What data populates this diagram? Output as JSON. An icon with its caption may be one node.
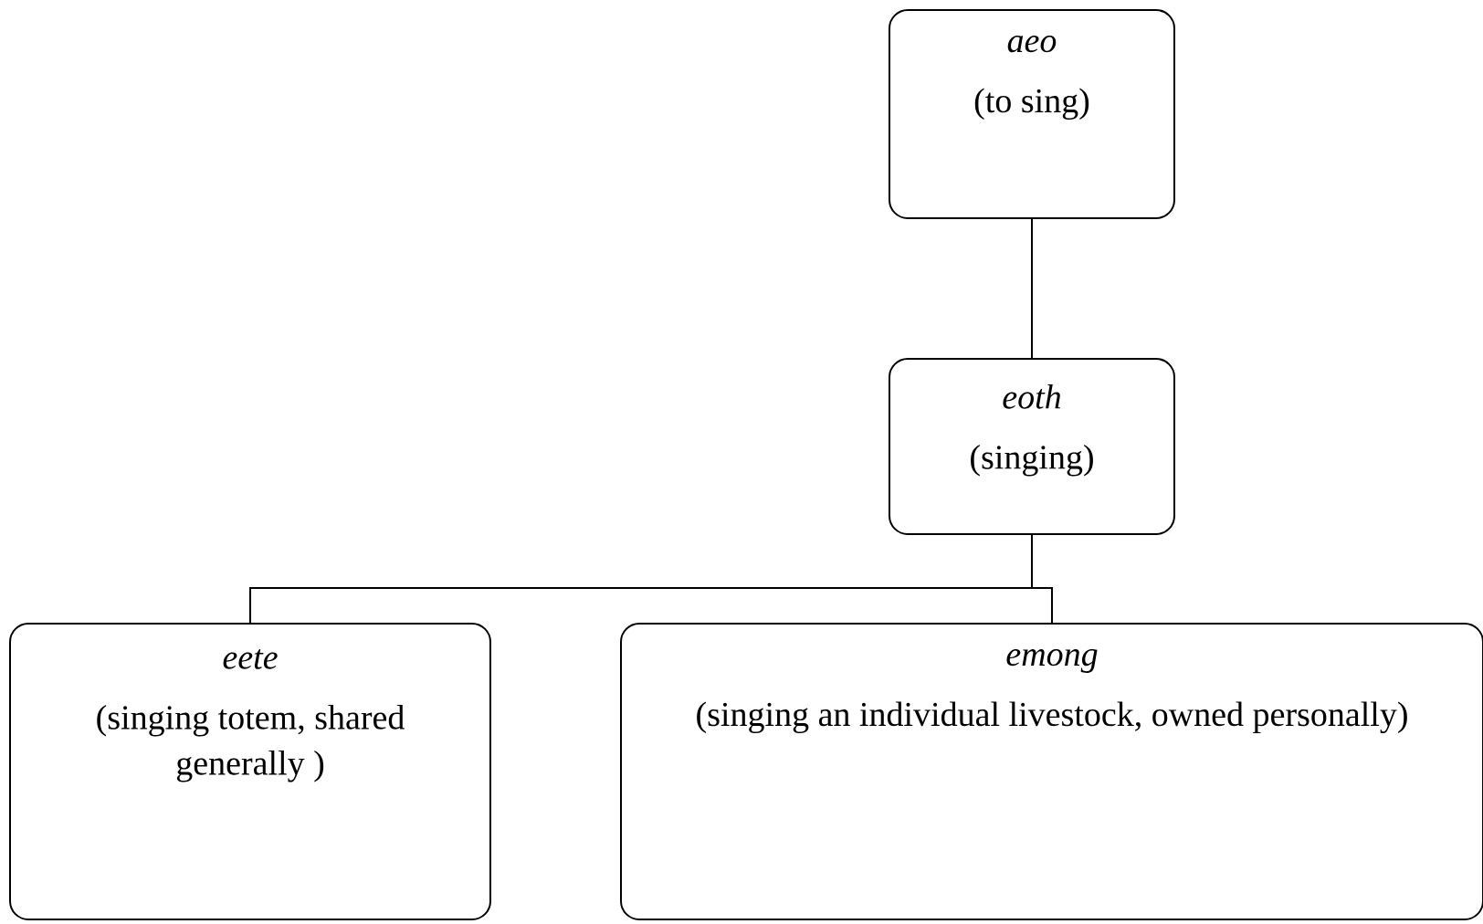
{
  "diagram": {
    "nodes": [
      {
        "text": [
          "aeo",
          "(to sing)"
        ]
      },
      {
        "text": [
          "eoth",
          "(singing)"
        ]
      },
      {
        "text": [
          "eete",
          "(singing totem, shared generally )"
        ]
      },
      {
        "text": [
          "emong",
          "(singing an individual livestock, owned personally)"
        ]
      }
    ],
    "edges": [
      {
        "from": 0,
        "to": 1,
        "arrow": "none"
      },
      {
        "from": 1,
        "to": 2,
        "arrow": "none"
      },
      {
        "from": 1,
        "to": 3,
        "arrow": "none"
      }
    ]
  }
}
